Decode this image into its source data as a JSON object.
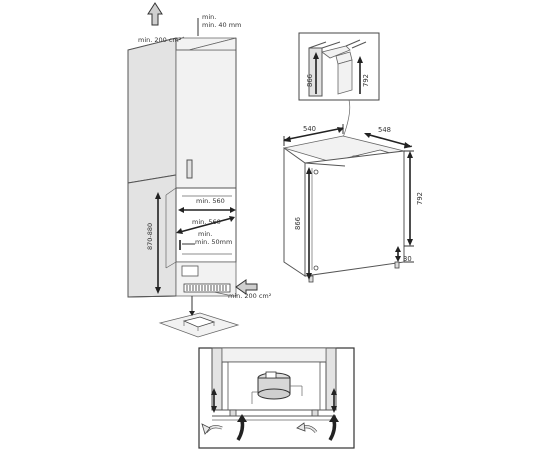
{
  "labels": {
    "cabinet_top_vent_area": "min. 200 cm²",
    "cabinet_top_gap": "min. 40 mm",
    "niche_height": "870-880",
    "niche_width_min_upper": "min. 560",
    "niche_width_min_lower": "min. 560",
    "niche_back_gap": "min. 50mm",
    "cabinet_bottom_vent_area": "min. 200 cm²",
    "detail_dim_866": "866",
    "detail_dim_792": "792",
    "appliance_width": "540",
    "appliance_depth": "548",
    "appliance_height_866": "866",
    "appliance_height_792": "792",
    "appliance_foot_30": "30"
  },
  "icons": {
    "top_exhaust": "airflow-up-arrow-icon",
    "bottom_intake": "airflow-in-arrow-icon",
    "circulation_left": "circulation-arrows-left-icon",
    "circulation_right": "circulation-arrows-right-icon"
  },
  "colors": {
    "line": "#555555",
    "panel_fill": "#e3e3e3",
    "dimension": "#222222"
  }
}
